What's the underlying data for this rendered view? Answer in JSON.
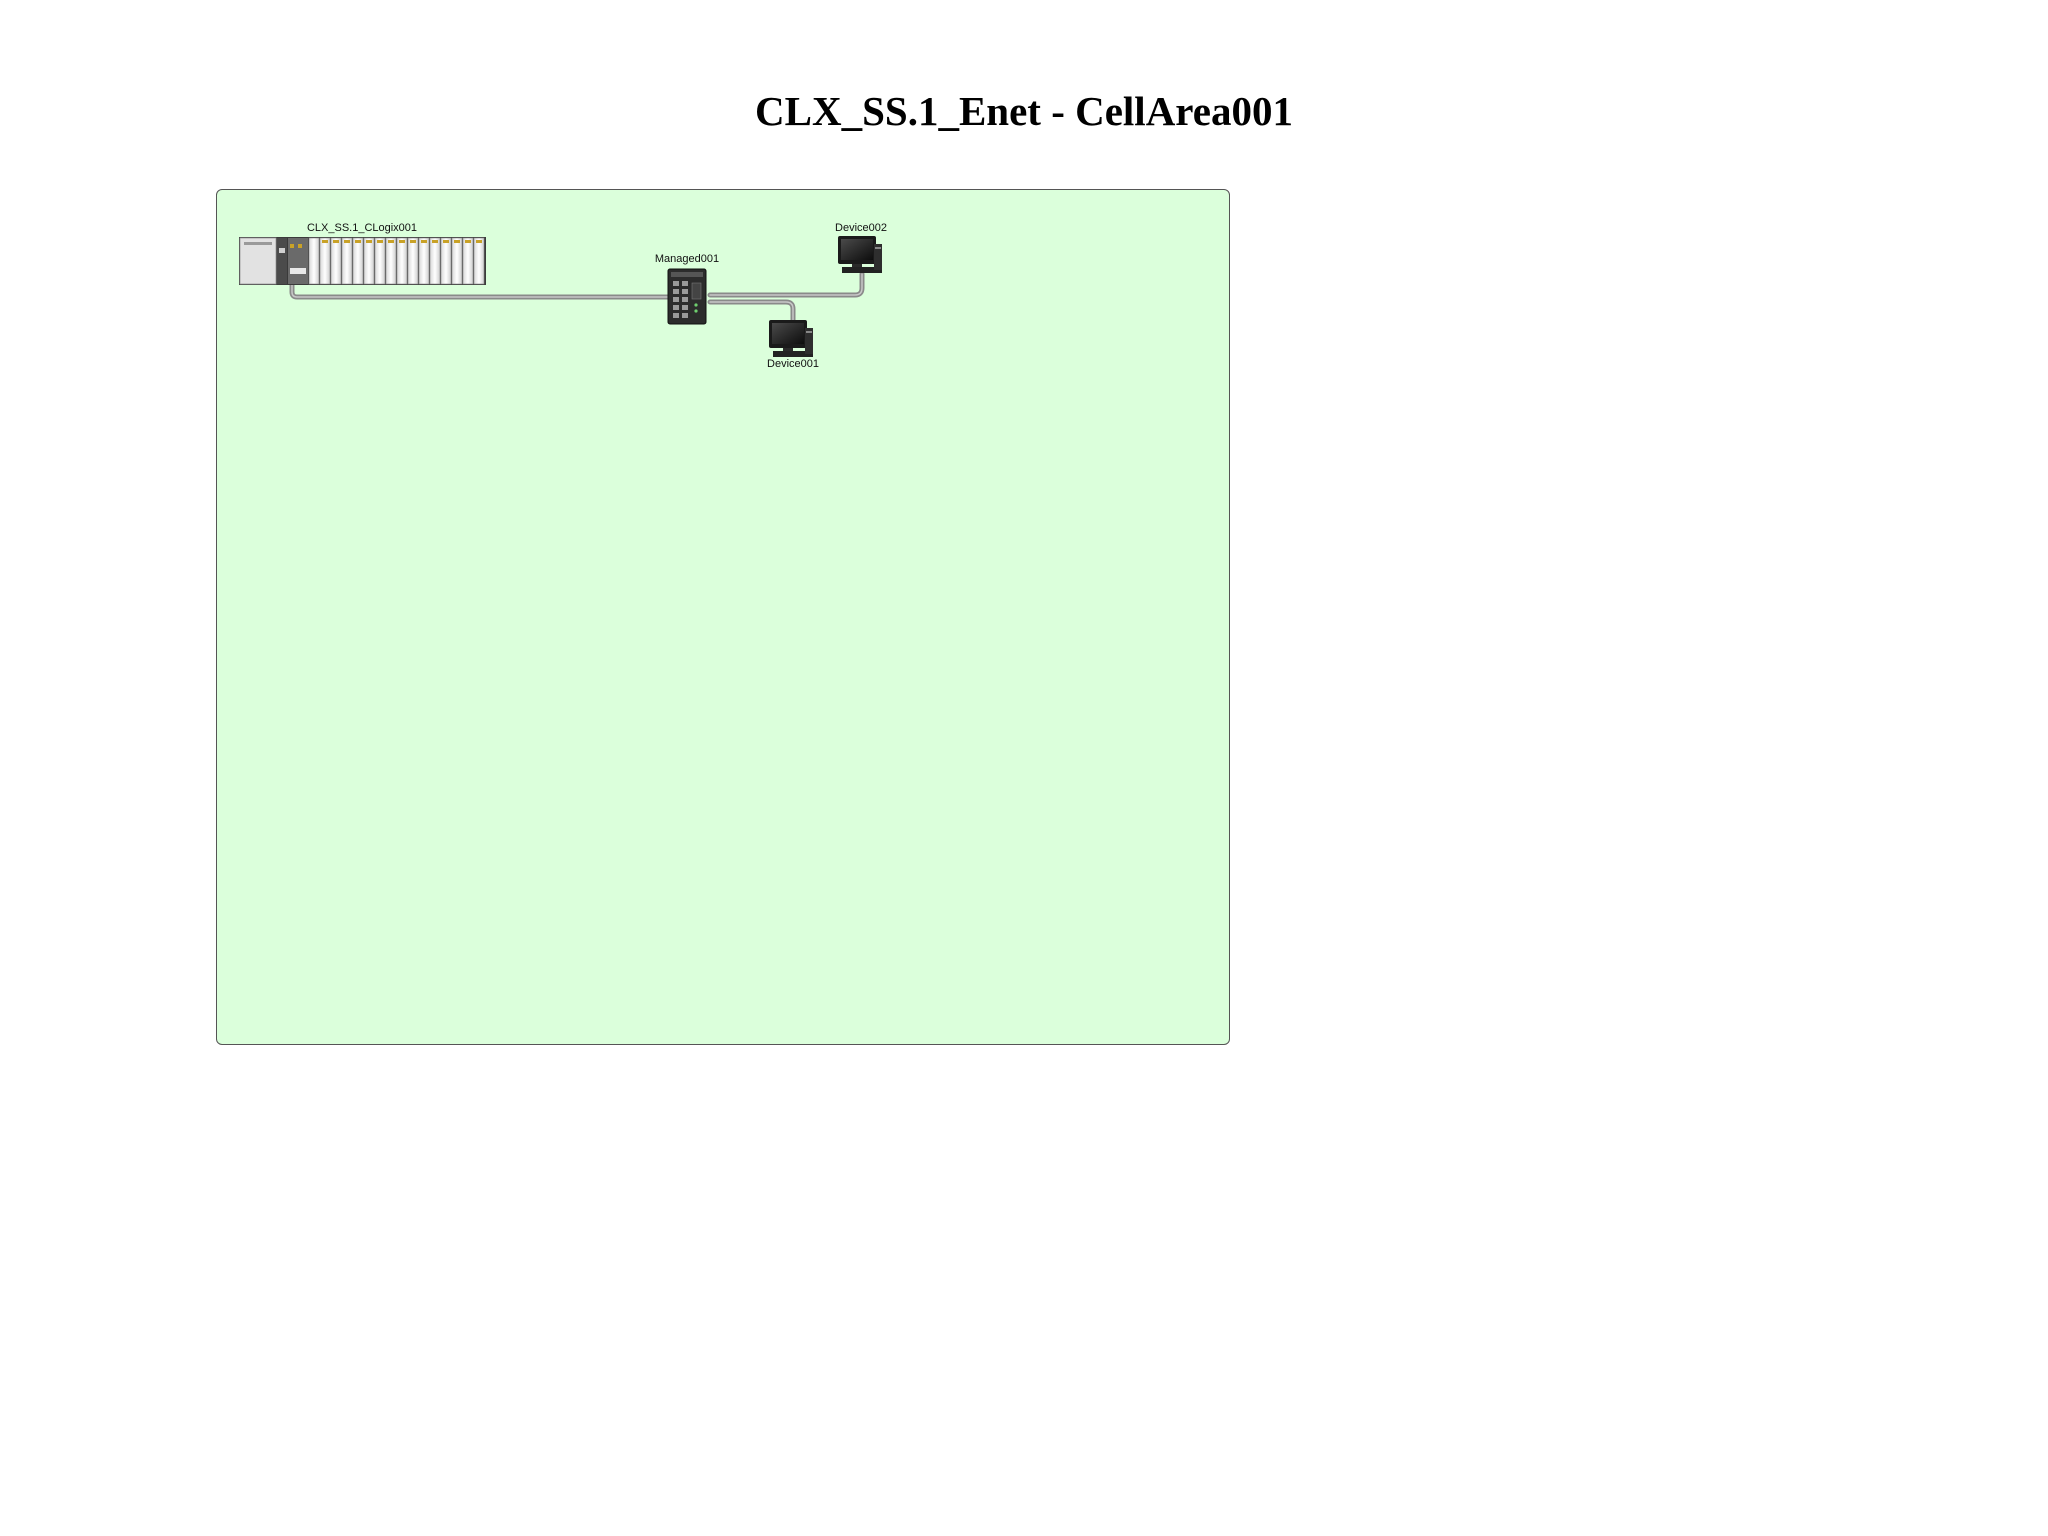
{
  "title": "CLX_SS.1_Enet - CellArea001",
  "colors": {
    "cell_area_fill": "#dbffdb",
    "cell_area_border": "#555555",
    "cable": "#8a8a8a",
    "cable_highlight": "#c8c8c8"
  },
  "nodes": {
    "controller": {
      "label": "CLX_SS.1_CLogix001",
      "icon": "controllogix-chassis-icon"
    },
    "switch": {
      "label": "Managed001",
      "icon": "managed-switch-icon"
    },
    "device002": {
      "label": "Device002",
      "icon": "computer-workstation-icon"
    },
    "device001": {
      "label": "Device001",
      "icon": "computer-workstation-icon"
    }
  }
}
